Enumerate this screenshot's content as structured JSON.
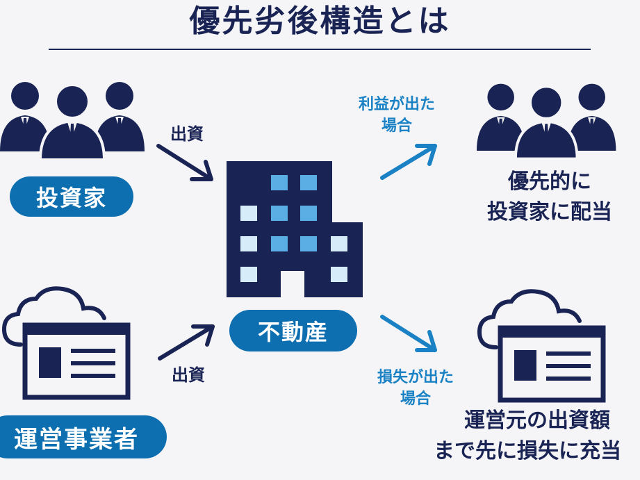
{
  "title": "優先劣後構造とは",
  "investor_label": "投資家",
  "operator_label": "運営事業者",
  "property_label": "不動産",
  "investment_label_top": "出資",
  "investment_label_bottom": "出資",
  "profit_case": {
    "line1": "利益が出た",
    "line2": "場合",
    "result_line1": "優先的に",
    "result_line2": "投資家に配当"
  },
  "loss_case": {
    "line1": "損失が出た",
    "line2": "場合",
    "result_line1": "運営元の出資額",
    "result_line2": "まで先に損失に充当"
  },
  "colors": {
    "navy": "#1a2454",
    "blue": "#0e6fb0",
    "light_blue": "#1a82c4",
    "window_mid": "#5aaee3",
    "window_light": "#d6ecf8",
    "background": "#f5f5f7"
  },
  "icons": [
    "investors-icon",
    "cloud-document-icon",
    "building-icon",
    "arrow-icon"
  ]
}
